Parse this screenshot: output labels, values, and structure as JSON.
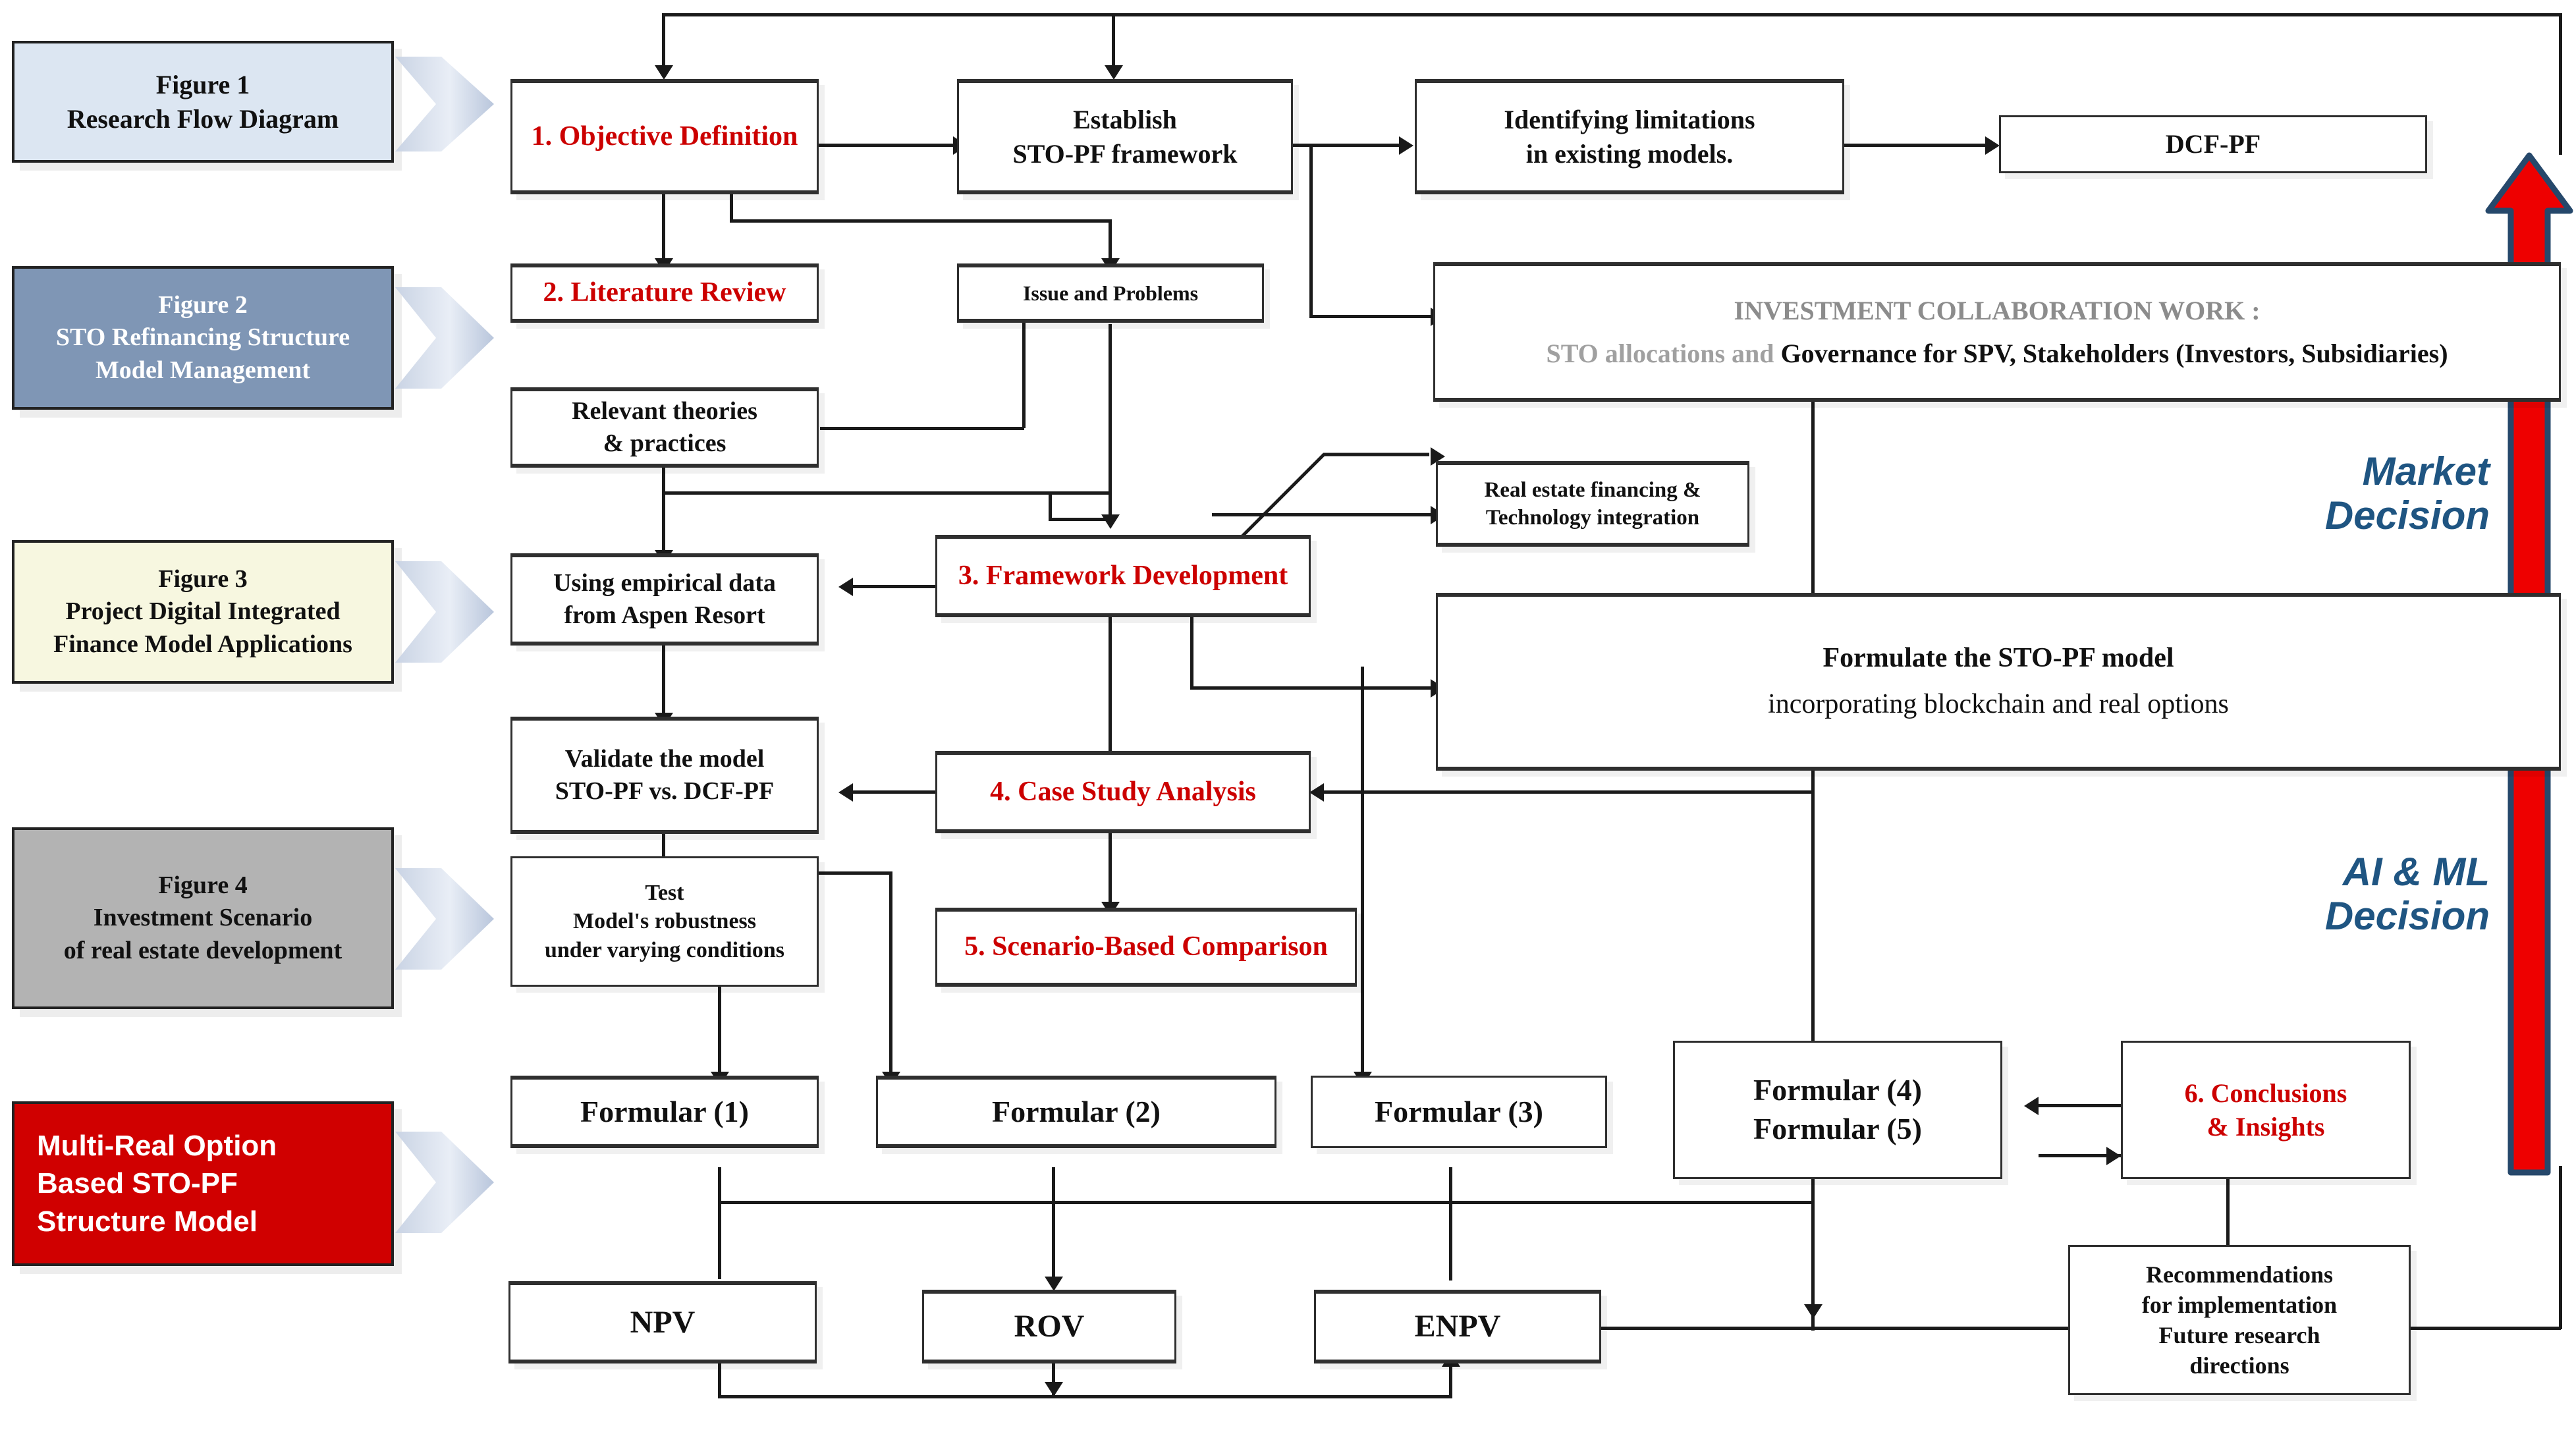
{
  "diagram": {
    "title": "Research Flow Diagram",
    "colors": {
      "accent_red": "#cc0000",
      "brand_red": "#d00000",
      "legend_blue": "#dce6f2",
      "legend_steel": "#7f96b5",
      "legend_cream": "#f5f5dc",
      "legend_gray": "#b3b3b3",
      "decision_blue": "#1f5582",
      "arrow_outline": "#26486b"
    }
  },
  "legend": {
    "items": [
      {
        "id": "figure-1",
        "lines": [
          "Figure 1",
          "Research Flow Diagram"
        ],
        "fill": "#dce6f2",
        "text_color": "#111111"
      },
      {
        "id": "figure-2",
        "lines": [
          "Figure 2",
          "STO Refinancing Structure",
          "Model Management"
        ],
        "fill": "#7f96b5",
        "text_color": "#ffffff"
      },
      {
        "id": "figure-3",
        "lines": [
          "Figure 3",
          "Project Digital Integrated",
          "Finance Model Applications"
        ],
        "fill": "#f7f7e0",
        "text_color": "#111111"
      },
      {
        "id": "figure-4",
        "lines": [
          "Figure 4",
          "Investment Scenario",
          "of real estate development"
        ],
        "fill": "#b3b3b3",
        "text_color": "#111111"
      },
      {
        "id": "multi-real-option",
        "lines": [
          "Multi-Real Option",
          "Based STO-PF",
          "Structure Model"
        ],
        "fill": "#d00000",
        "text_color": "#ffffff"
      }
    ]
  },
  "nodes": {
    "objective_definition": "1. Objective Definition",
    "establish_framework_l1": "Establish",
    "establish_framework_l2": "STO-PF framework",
    "identifying_limitations_l1": "Identifying limitations",
    "identifying_limitations_l2": "in existing models.",
    "dcf_pf": "DCF-PF",
    "literature_review": "2.  Literature Review",
    "issue_and_problems": "Issue and Problems",
    "relevant_theories_l1": "Relevant theories",
    "relevant_theories_l2": "& practices",
    "investment_collab_l1": "INVESTMENT COLLABORATION WORK :",
    "investment_collab_l2a": "STO allocations and ",
    "investment_collab_l2b": "Governance for SPV, Stakeholders (Investors, Subsidiaries)",
    "using_empirical_l1": "Using empirical data",
    "using_empirical_l2": "from Aspen Resort",
    "framework_development": "3. Framework Development",
    "real_estate_fin_l1": "Real estate financing &",
    "real_estate_fin_l2": "Technology integration",
    "formulate_model_l1": "Formulate the STO-PF model",
    "formulate_model_l2": "incorporating blockchain and real options",
    "validate_model_l1": "Validate the model",
    "validate_model_l2": "STO-PF vs. DCF-PF",
    "case_study_analysis": "4. Case Study Analysis",
    "test_robustness_l1": "Test",
    "test_robustness_l2": "Model's robustness",
    "test_robustness_l3": "under varying conditions",
    "scenario_comparison": "5. Scenario-Based Comparison",
    "formular_1": "Formular (1)",
    "formular_2": "Formular (2)",
    "formular_3": "Formular (3)",
    "formular_4": "Formular (4)",
    "formular_5": "Formular (5)",
    "conclusions_l1": "6.  Conclusions",
    "conclusions_l2": "& Insights",
    "recommendations_l1": "Recommendations",
    "recommendations_l2": "for implementation",
    "recommendations_l3": "Future research",
    "recommendations_l4": "directions",
    "npv": "NPV",
    "rov": "ROV",
    "enpv": "ENPV"
  },
  "side_labels": {
    "market_decision_l1": "Market",
    "market_decision_l2": "Decision",
    "ai_ml_decision_l1": "AI & ML",
    "ai_ml_decision_l2": "Decision"
  }
}
